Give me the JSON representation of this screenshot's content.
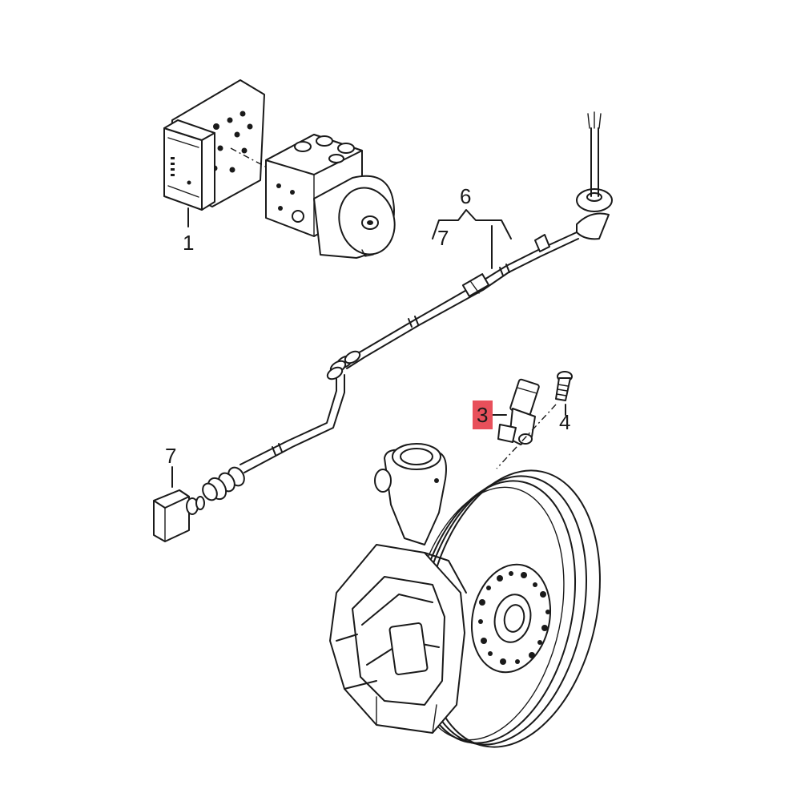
{
  "callouts": {
    "c1": "1",
    "c3": "3",
    "c4": "4",
    "c6": "6",
    "c7_branch": "7",
    "c7_plug": "7"
  },
  "colors": {
    "highlight": "#e8505b",
    "line": "#1a1a1a"
  }
}
